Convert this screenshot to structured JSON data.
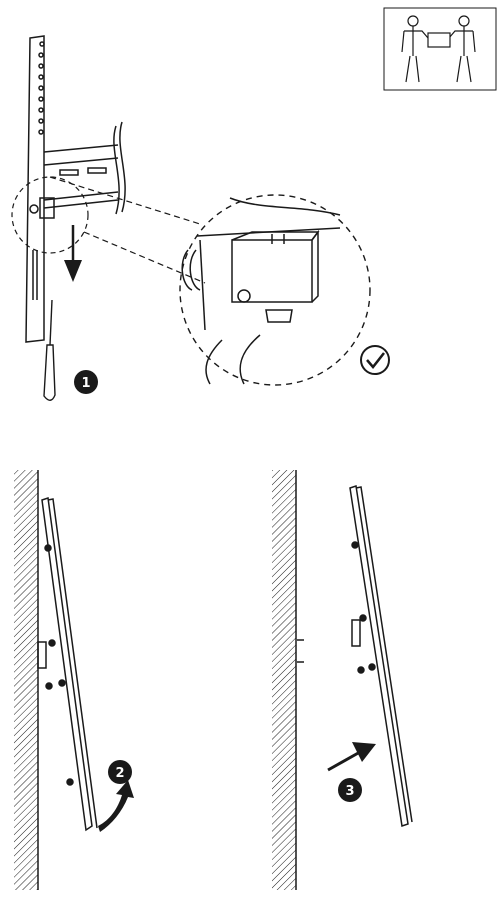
{
  "steps": [
    {
      "number": "1"
    },
    {
      "number": "2"
    },
    {
      "number": "3"
    }
  ],
  "icons": {
    "two_person_lift": "two-person-lift-icon",
    "checkmark": "checkmark-icon",
    "screwdriver": "screwdriver-icon"
  },
  "colors": {
    "line": "#1a1a1a",
    "badge": "#1a1a1a",
    "background": "#ffffff"
  }
}
